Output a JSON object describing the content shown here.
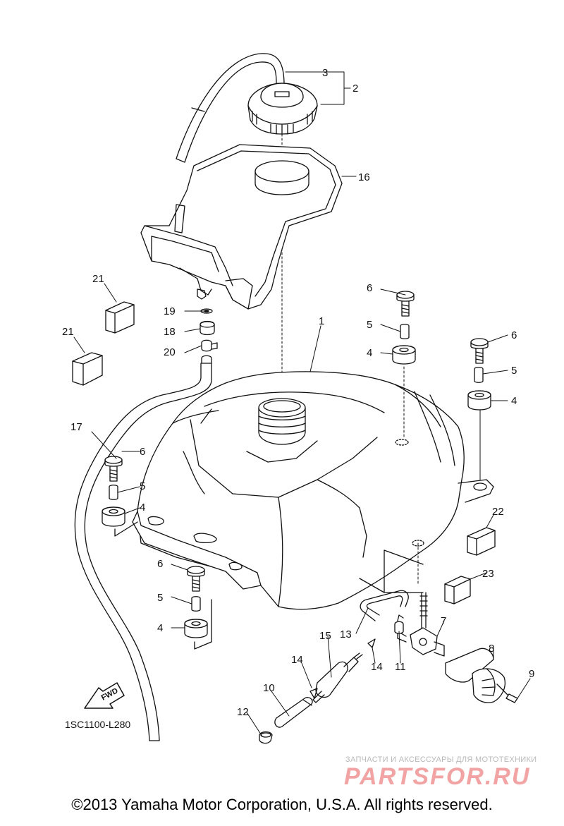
{
  "diagram": {
    "diagram_code": "1SC1100-L280",
    "fwd_label": "FWD",
    "callouts": {
      "n1": "1",
      "n2": "2",
      "n3": "3",
      "n4a": "4",
      "n4b": "4",
      "n4c": "4",
      "n4d": "4",
      "n5a": "5",
      "n5b": "5",
      "n5c": "5",
      "n5d": "5",
      "n6a": "6",
      "n6b": "6",
      "n6c": "6",
      "n6d": "6",
      "n7": "7",
      "n8": "8",
      "n9": "9",
      "n10": "10",
      "n11": "11",
      "n12": "12",
      "n13": "13",
      "n14a": "14",
      "n14b": "14",
      "n15": "15",
      "n16": "16",
      "n17": "17",
      "n18": "18",
      "n19": "19",
      "n20": "20",
      "n21a": "21",
      "n21b": "21",
      "n22": "22",
      "n23": "23"
    }
  },
  "footer": {
    "copyright": "©2013 Yamaha Motor Corporation, U.S.A. All rights reserved."
  },
  "watermark": {
    "tagline": "ЗАПЧАСТИ И АКСЕССУАРЫ ДЛЯ МОТОТЕХНИКИ",
    "brand": "PARTSFOR.RU"
  },
  "colors": {
    "line": "#111111",
    "watermark_brand": "#f2a3a3",
    "watermark_tagline": "#b9b9b9"
  }
}
